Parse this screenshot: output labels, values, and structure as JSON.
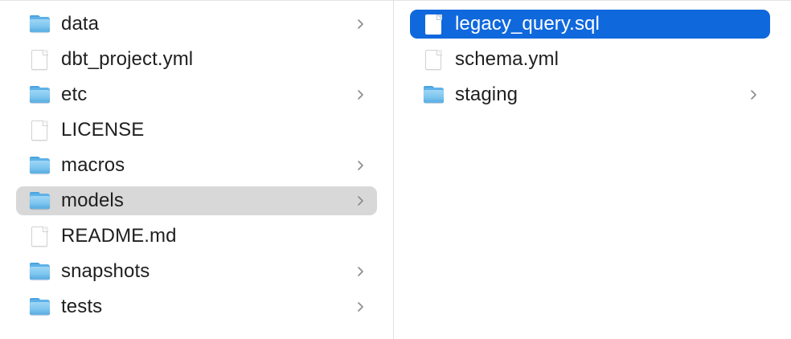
{
  "window": {
    "title": "Finder Column View",
    "view_mode": "column"
  },
  "colors": {
    "selection_active": "#1068dd",
    "selection_inactive": "#d8d8d8",
    "folder_blue": "#7ec6f0",
    "text": "#1f1f1f",
    "text_selected": "#ffffff",
    "divider": "#e0e0e0"
  },
  "columns": [
    {
      "name": "parent-column",
      "items": [
        {
          "label": "data",
          "kind": "folder",
          "icon": "folder-icon",
          "has_chevron": true,
          "selected": false,
          "selection_style": "none"
        },
        {
          "label": "dbt_project.yml",
          "kind": "file",
          "icon": "document-icon",
          "has_chevron": false,
          "selected": false,
          "selection_style": "none"
        },
        {
          "label": "etc",
          "kind": "folder",
          "icon": "folder-icon",
          "has_chevron": true,
          "selected": false,
          "selection_style": "none"
        },
        {
          "label": "LICENSE",
          "kind": "file",
          "icon": "document-icon",
          "has_chevron": false,
          "selected": false,
          "selection_style": "none"
        },
        {
          "label": "macros",
          "kind": "folder",
          "icon": "folder-icon",
          "has_chevron": true,
          "selected": false,
          "selection_style": "none"
        },
        {
          "label": "models",
          "kind": "folder",
          "icon": "folder-icon",
          "has_chevron": true,
          "selected": true,
          "selection_style": "grey"
        },
        {
          "label": "README.md",
          "kind": "file",
          "icon": "document-icon",
          "has_chevron": false,
          "selected": false,
          "selection_style": "none"
        },
        {
          "label": "snapshots",
          "kind": "folder",
          "icon": "folder-icon",
          "has_chevron": true,
          "selected": false,
          "selection_style": "none"
        },
        {
          "label": "tests",
          "kind": "folder",
          "icon": "folder-icon",
          "has_chevron": true,
          "selected": false,
          "selection_style": "none"
        }
      ]
    },
    {
      "name": "child-column",
      "items": [
        {
          "label": "legacy_query.sql",
          "kind": "file",
          "icon": "document-icon",
          "has_chevron": false,
          "selected": true,
          "selection_style": "blue"
        },
        {
          "label": "schema.yml",
          "kind": "file",
          "icon": "document-icon",
          "has_chevron": false,
          "selected": false,
          "selection_style": "none"
        },
        {
          "label": "staging",
          "kind": "folder",
          "icon": "folder-icon",
          "has_chevron": true,
          "selected": false,
          "selection_style": "none"
        }
      ]
    }
  ]
}
